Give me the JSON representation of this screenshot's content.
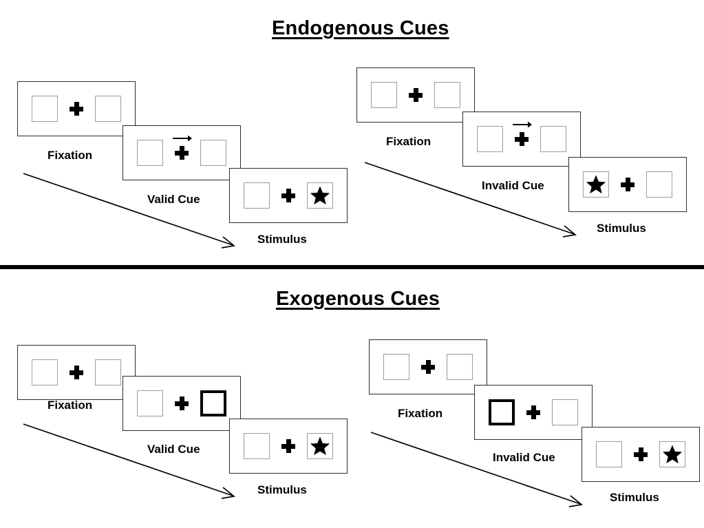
{
  "figure": {
    "sections": [
      {
        "id": "endogenous",
        "title": "Endogenous Cues",
        "groups": [
          {
            "id": "endogenous-valid",
            "panels": [
              {
                "id": "endogenous-valid-fixation",
                "caption": "Fixation",
                "left_box": {
                  "cued": false,
                  "target": false
                },
                "right_box": {
                  "cued": false,
                  "target": false
                },
                "cue_arrow": "none"
              },
              {
                "id": "endogenous-valid-cue",
                "caption": "Valid Cue",
                "left_box": {
                  "cued": false,
                  "target": false
                },
                "right_box": {
                  "cued": false,
                  "target": false
                },
                "cue_arrow": "right"
              },
              {
                "id": "endogenous-valid-stimulus",
                "caption": "Stimulus",
                "left_box": {
                  "cued": false,
                  "target": false
                },
                "right_box": {
                  "cued": false,
                  "target": true
                },
                "cue_arrow": "none"
              }
            ]
          },
          {
            "id": "endogenous-invalid",
            "panels": [
              {
                "id": "endogenous-invalid-fixation",
                "caption": "Fixation",
                "left_box": {
                  "cued": false,
                  "target": false
                },
                "right_box": {
                  "cued": false,
                  "target": false
                },
                "cue_arrow": "none"
              },
              {
                "id": "endogenous-invalid-cue",
                "caption": "Invalid Cue",
                "left_box": {
                  "cued": false,
                  "target": false
                },
                "right_box": {
                  "cued": false,
                  "target": false
                },
                "cue_arrow": "right"
              },
              {
                "id": "endogenous-invalid-stimulus",
                "caption": "Stimulus",
                "left_box": {
                  "cued": false,
                  "target": true
                },
                "right_box": {
                  "cued": false,
                  "target": false
                },
                "cue_arrow": "none"
              }
            ]
          }
        ]
      },
      {
        "id": "exogenous",
        "title": "Exogenous Cues",
        "groups": [
          {
            "id": "exogenous-valid",
            "panels": [
              {
                "id": "exogenous-valid-fixation",
                "caption": "Fixation",
                "left_box": {
                  "cued": false,
                  "target": false
                },
                "right_box": {
                  "cued": false,
                  "target": false
                },
                "cue_arrow": "none"
              },
              {
                "id": "exogenous-valid-cue",
                "caption": "Valid Cue",
                "left_box": {
                  "cued": false,
                  "target": false
                },
                "right_box": {
                  "cued": true,
                  "target": false
                },
                "cue_arrow": "none"
              },
              {
                "id": "exogenous-valid-stimulus",
                "caption": "Stimulus",
                "left_box": {
                  "cued": false,
                  "target": false
                },
                "right_box": {
                  "cued": false,
                  "target": true
                },
                "cue_arrow": "none"
              }
            ]
          },
          {
            "id": "exogenous-invalid",
            "panels": [
              {
                "id": "exogenous-invalid-fixation",
                "caption": "Fixation",
                "left_box": {
                  "cued": false,
                  "target": false
                },
                "right_box": {
                  "cued": false,
                  "target": false
                },
                "cue_arrow": "none"
              },
              {
                "id": "exogenous-invalid-cue",
                "caption": "Invalid Cue",
                "left_box": {
                  "cued": true,
                  "target": false
                },
                "right_box": {
                  "cued": false,
                  "target": false
                },
                "cue_arrow": "none"
              },
              {
                "id": "exogenous-invalid-stimulus",
                "caption": "Stimulus",
                "left_box": {
                  "cued": false,
                  "target": false
                },
                "right_box": {
                  "cued": false,
                  "target": true
                },
                "cue_arrow": "none"
              }
            ]
          }
        ]
      }
    ],
    "icons": {
      "target": "star-icon",
      "fixation": "fixation-cross-icon",
      "cue": "arrow-right-icon",
      "sequence": "time-arrow-icon"
    },
    "colors": {
      "text": "#000000",
      "frame_border": "#2b2b2b",
      "box_border": "#9b9b9b",
      "cued_box_border": "#000000",
      "target_fill": "#000000",
      "divider": "#000000",
      "background": "#ffffff"
    }
  }
}
